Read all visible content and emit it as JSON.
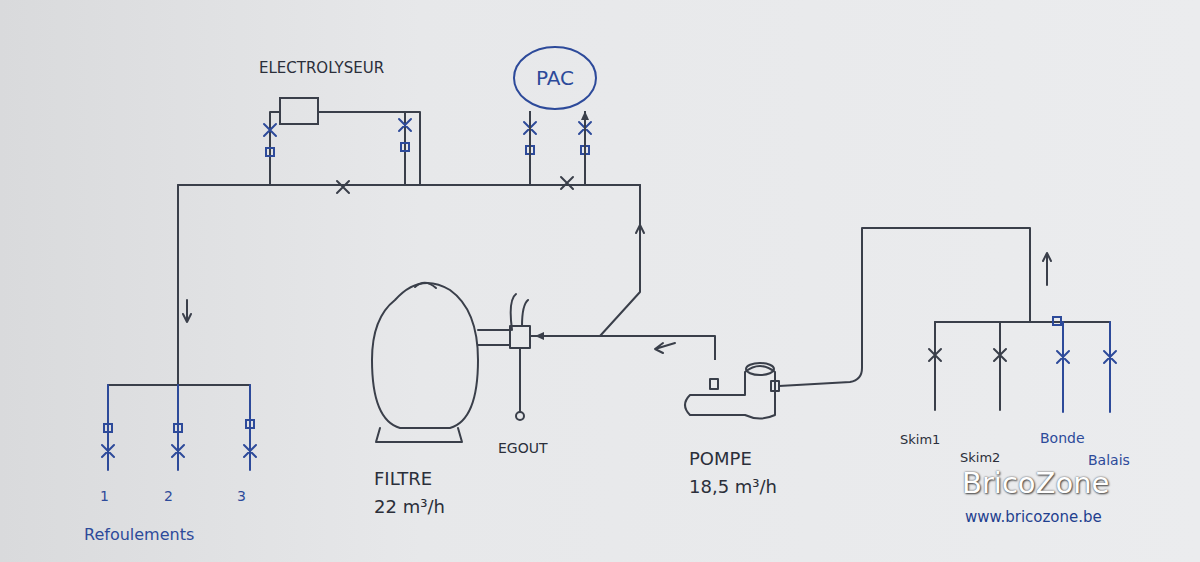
{
  "diagram": {
    "nodes": [
      {
        "text": [
          "ELECTROLYSEUR"
        ]
      },
      {
        "text": [
          "PAC"
        ]
      },
      {
        "text": [
          "FILTRE",
          "22 m³/h"
        ]
      },
      {
        "text": [
          "POMPE",
          "18,5 m³/h"
        ]
      }
    ],
    "edges": [
      {
        "from": 3,
        "to": 2,
        "arrow": "to"
      },
      {
        "from": 2,
        "to": 1,
        "arrow": "to"
      },
      {
        "from": 1,
        "to": 0,
        "arrow": "none"
      }
    ],
    "labels": [
      "EGOUT",
      "Skim1",
      "Skim2",
      "Bonde",
      "Balais",
      "1",
      "2",
      "3",
      "Refoulements",
      "BricoZone",
      "www.bricozone.be"
    ]
  }
}
